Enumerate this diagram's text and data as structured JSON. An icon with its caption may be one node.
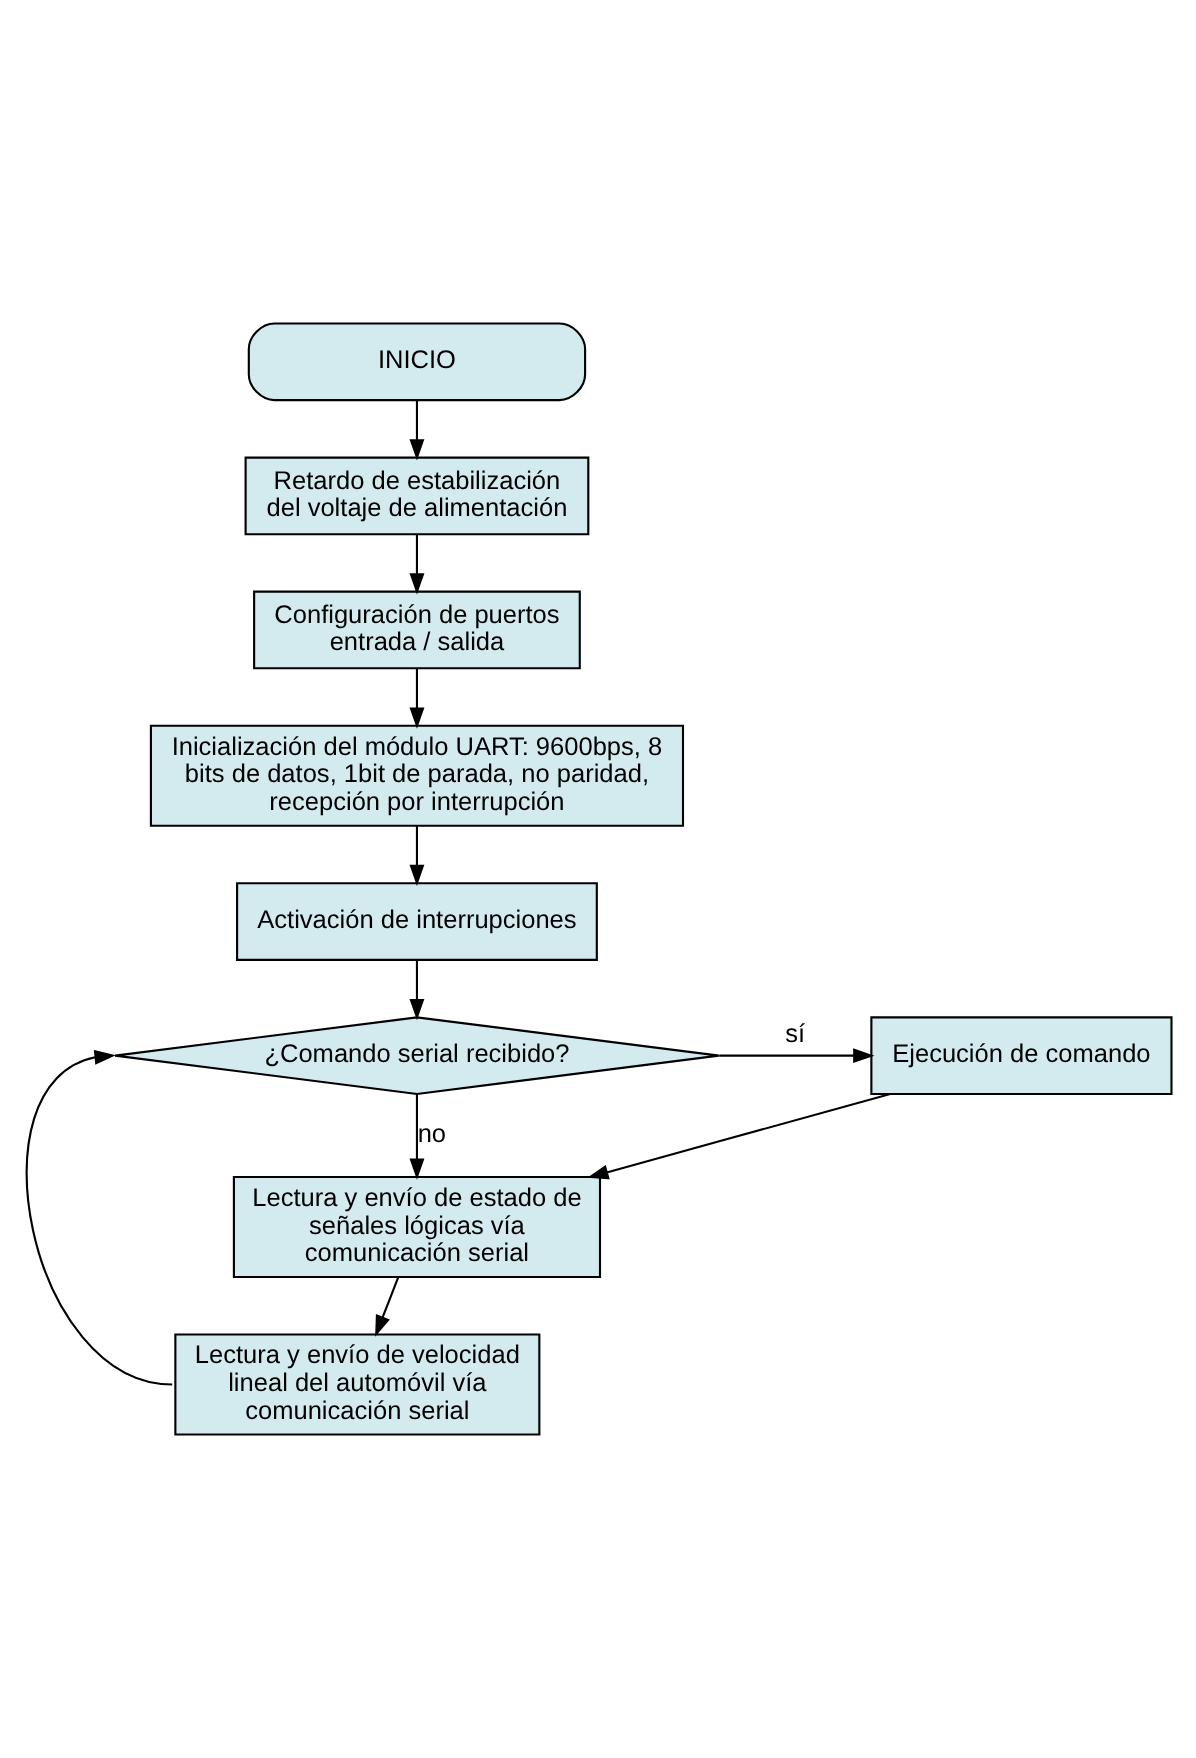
{
  "diagram": {
    "nodes": [
      {
        "text": [
          "INICIO"
        ]
      },
      {
        "text": [
          "Retardo de estabilización del voltaje de alimentación"
        ]
      },
      {
        "text": [
          "Configuración de puertos entrada / salida"
        ]
      },
      {
        "text": [
          "Inicialización del módulo UART: 9600bps, 8 bits de datos, 1bit de parada, no paridad, recepción por interrupción"
        ]
      },
      {
        "text": [
          "Activación de interrupciones"
        ]
      },
      {
        "text": [
          "¿Comando serial recibido?"
        ]
      },
      {
        "text": [
          "Ejecución de comando"
        ]
      },
      {
        "text": [
          "Lectura y envío de estado de señales lógicas vía comunicación serial"
        ]
      },
      {
        "text": [
          "Lectura y envío de velocidad lineal del automóvil vía comunicación serial"
        ]
      }
    ],
    "edges": [
      {
        "from": 0,
        "to": 1,
        "arrow": "to"
      },
      {
        "from": 1,
        "to": 2,
        "arrow": "to"
      },
      {
        "from": 2,
        "to": 3,
        "arrow": "to"
      },
      {
        "from": 3,
        "to": 4,
        "arrow": "to"
      },
      {
        "from": 4,
        "to": 5,
        "arrow": "to"
      },
      {
        "from": 5,
        "to": 6,
        "label": "sí",
        "arrow": "to"
      },
      {
        "from": 5,
        "to": 7,
        "label": "no",
        "arrow": "to"
      },
      {
        "from": 6,
        "to": 7,
        "arrow": "to"
      },
      {
        "from": 7,
        "to": 8,
        "arrow": "to"
      },
      {
        "from": 8,
        "to": 5,
        "arrow": "to"
      }
    ]
  }
}
